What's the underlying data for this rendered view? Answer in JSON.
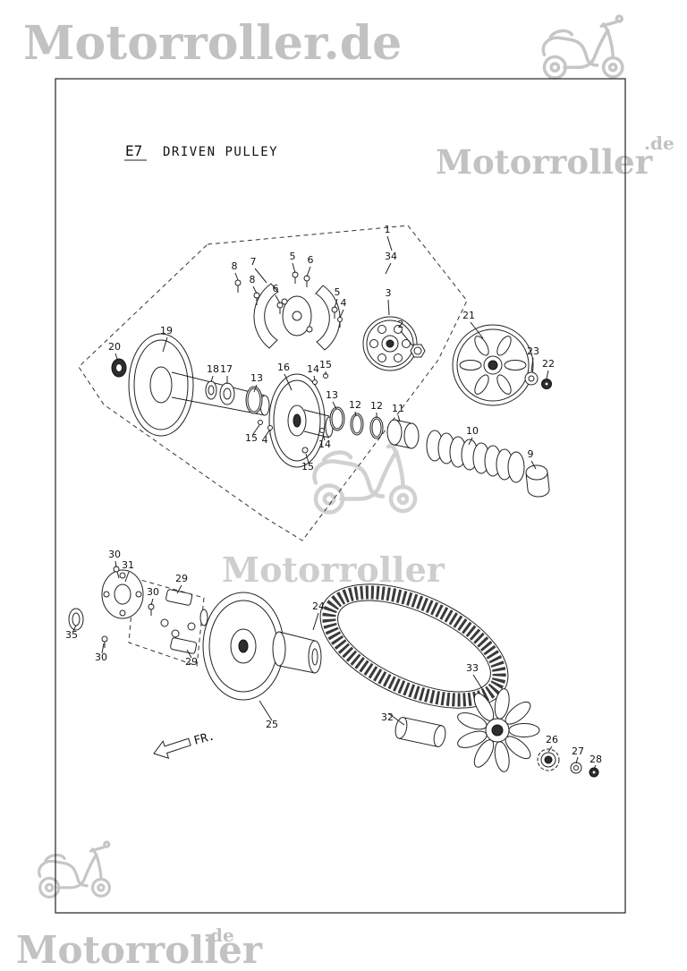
{
  "watermarks": {
    "top": "Motorroller.de",
    "mid_right": "Motorroller",
    "mid_right_tld": ".de",
    "center": "Motorroller",
    "bottom": "Motorroller",
    "bottom_tld": ".de"
  },
  "title": {
    "code": "E7",
    "name": "DRIVEN PULLEY"
  },
  "direction_label": "FR.",
  "diagram": {
    "labels": [
      "1",
      "34",
      "7",
      "5",
      "6",
      "8",
      "8",
      "6",
      "5",
      "4",
      "3",
      "2",
      "21",
      "23",
      "22",
      "20",
      "19",
      "18",
      "17",
      "13",
      "16",
      "14",
      "15",
      "13",
      "12",
      "12",
      "11",
      "10",
      "9",
      "15",
      "4",
      "14",
      "15",
      "30",
      "31",
      "30",
      "29",
      "35",
      "30",
      "29",
      "24",
      "25",
      "32",
      "33",
      "26",
      "27",
      "28"
    ]
  },
  "colors": {
    "line": "#222222",
    "watermark": "#c6c6c6"
  }
}
